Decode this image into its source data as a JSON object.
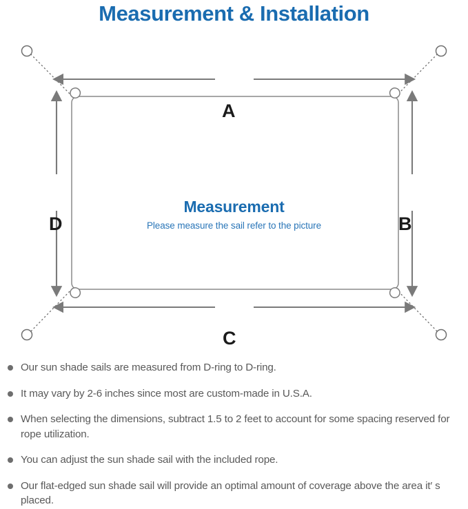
{
  "page": {
    "title": "Measurement & Installation",
    "title_color": "#1a6cb0"
  },
  "diagram": {
    "center_title": "Measurement",
    "center_subtitle": "Please measure the sail refer to the picture",
    "line_color": "#7a7a7a",
    "sail_border_color": "#8a8a8a",
    "dimension_labels": {
      "top": "A",
      "right": "B",
      "bottom": "C",
      "left": "D"
    },
    "icon_names": {
      "anchor_point": "anchor-circle-icon",
      "d_ring": "d-ring-icon",
      "rope": "dotted-rope-line",
      "arrow": "dimension-arrow"
    }
  },
  "notes": [
    {
      "text": "Our sun shade sails are measured from D-ring to D-ring."
    },
    {
      "text": "It may vary by 2-6 inches since most are custom-made in U.S.A."
    },
    {
      "text": "When selecting the dimensions, subtract 1.5 to 2 feet to account for some spacing reserved for rope utilization."
    },
    {
      "text": "You can adjust the sun shade sail with the included rope."
    },
    {
      "text": "Our flat-edged sun shade sail will provide an optimal amount of coverage above the area it′ s placed."
    }
  ]
}
